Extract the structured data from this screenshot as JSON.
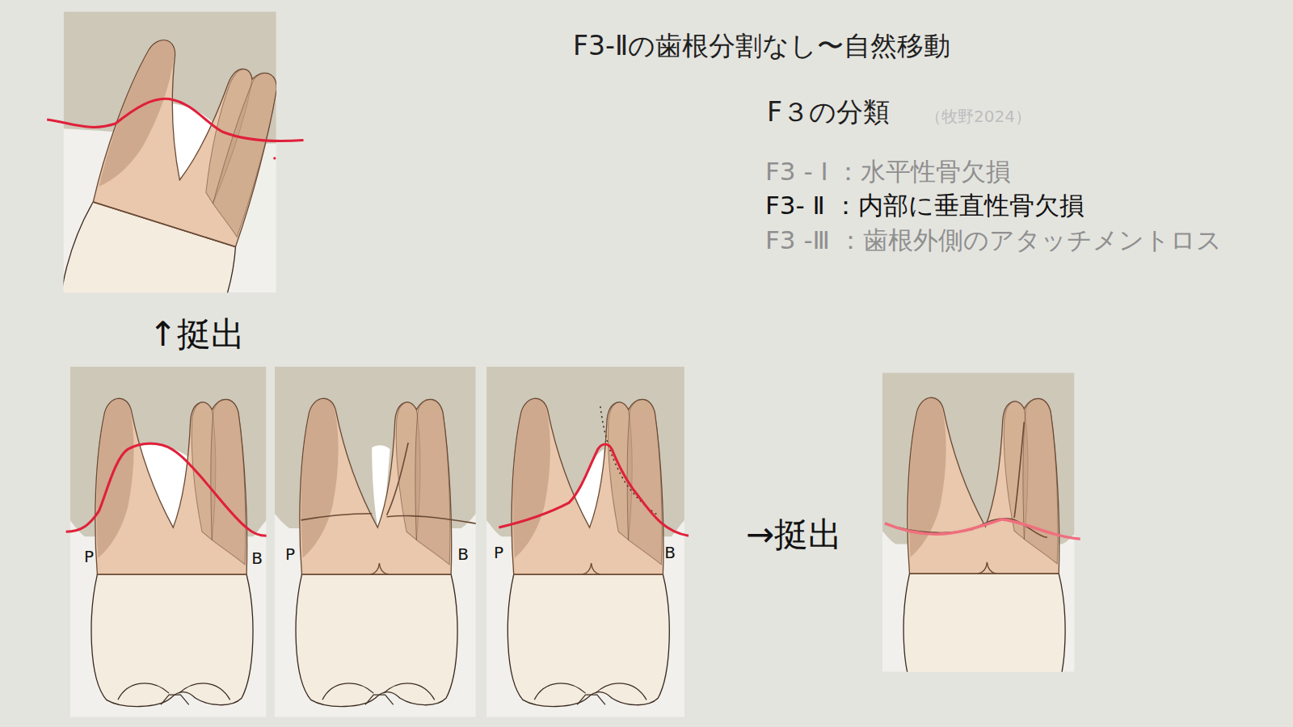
{
  "diagram": {
    "title": "F3-Ⅱの歯根分割なし〜自然移動",
    "labels": [
      "F３の分類",
      "（牧野2024）",
      "F3 - Ⅰ ：水平性骨欠損",
      "F3- Ⅱ ：内部に垂直性骨欠損",
      "F3 -Ⅲ ：歯根外側のアタッチメントロス",
      "↑挺出",
      "P",
      "B",
      "P",
      "B",
      "P",
      "B",
      "→挺出"
    ]
  }
}
